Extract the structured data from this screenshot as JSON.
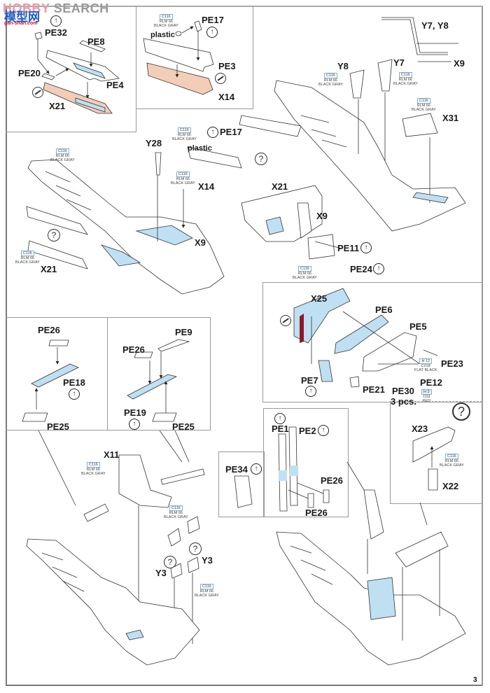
{
  "watermark": {
    "brand_a": "HOBBY",
    "brand_b": " SEARCH",
    "cn": "模型网",
    "url": "gan-shan.com"
  },
  "icons": {
    "bend": "↑",
    "question": "?"
  },
  "paint": {
    "code": "C116",
    "line1": "RLM 66",
    "line2": "BLACK GRAY"
  },
  "paint_flatblack": {
    "code": "H 12",
    "line1": "C018",
    "line2": "FLAT BLACK"
  },
  "paint_red": {
    "code": "H 3",
    "line1": "C03",
    "line2": "RED"
  },
  "colors": {
    "pe_blue": "#bfe0f2",
    "plastic_tan": "#f2cdb8",
    "paint_frame": "#7fb3cc",
    "part_red": "#8b1a2b"
  },
  "panel1": {
    "labels": [
      "PE32",
      "PE8",
      "PE20",
      "PE4",
      "X21"
    ]
  },
  "panel2": {
    "labels": [
      "PE17",
      "plastic",
      "PE3",
      "X14"
    ]
  },
  "panel_top_right": {
    "labels": [
      "Y7, Y8",
      "X9",
      "Y8",
      "Y7",
      "X31"
    ]
  },
  "main_left": {
    "labels": [
      "Y28",
      "PE17",
      "plastic",
      "X14",
      "X9",
      "X21"
    ]
  },
  "detail_x21": {
    "labels": [
      "X21",
      "X9",
      "PE11",
      "PE24"
    ]
  },
  "panel_x25": {
    "labels": [
      "X25",
      "PE6",
      "PE5",
      "PE23",
      "PE12",
      "PE7",
      "PE21",
      "PE30",
      "3 pcs."
    ]
  },
  "panel_pe18": {
    "labels": [
      "PE26",
      "PE18",
      "PE25"
    ]
  },
  "panel_pe19": {
    "labels": [
      "PE9",
      "PE26",
      "PE19",
      "PE25"
    ]
  },
  "seat": {
    "labels": [
      "X11",
      "Y3",
      "Y3"
    ]
  },
  "panel_pe34": {
    "labels": [
      "PE34"
    ]
  },
  "panel_belts": {
    "labels": [
      "PE1",
      "PE2",
      "PE26",
      "PE26"
    ]
  },
  "panel_x23": {
    "labels": [
      "X23",
      "X22"
    ]
  },
  "page_number": "3"
}
